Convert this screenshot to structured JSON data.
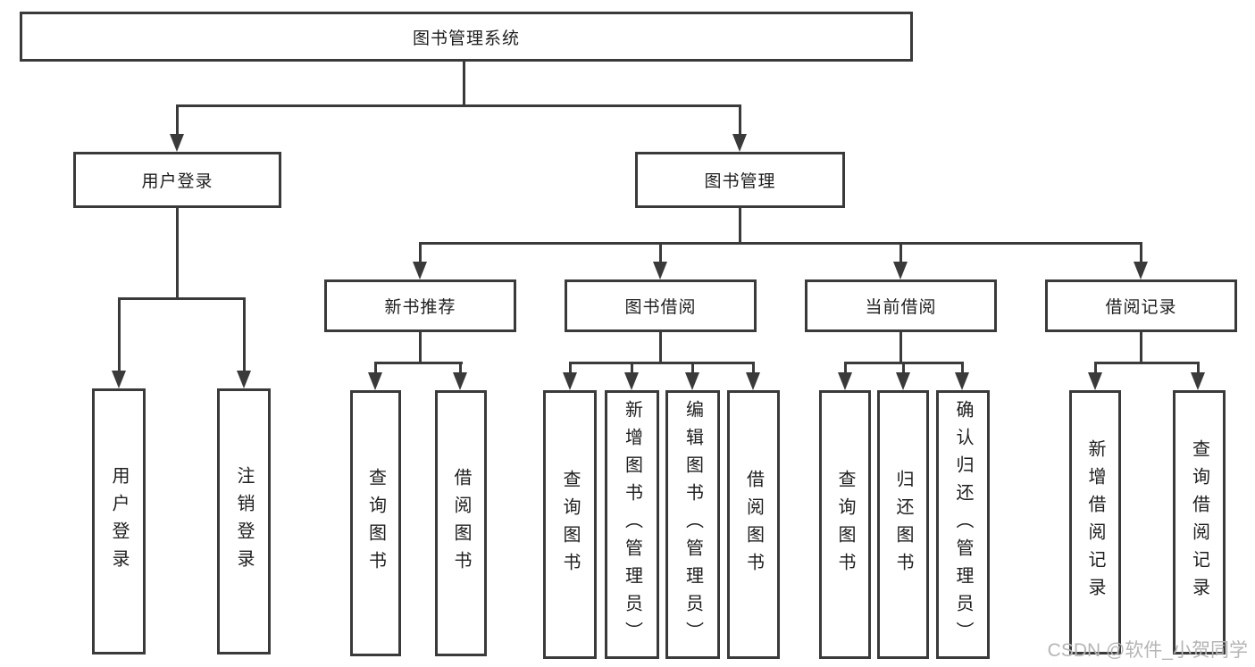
{
  "colors": {
    "line": "#3a3a3a",
    "text": "#1e1e1e",
    "watermark": "#b5b5b5",
    "bg": "#ffffff"
  },
  "diagram": {
    "root": {
      "label": "图书管理系统"
    },
    "branches": [
      {
        "label": "用户登录",
        "children": [
          {
            "label": "用户登录"
          },
          {
            "label": "注销登录"
          }
        ]
      },
      {
        "label": "图书管理",
        "children": [
          {
            "label": "新书推荐",
            "children": [
              {
                "label": "查询图书"
              },
              {
                "label": "借阅图书"
              }
            ]
          },
          {
            "label": "图书借阅",
            "children": [
              {
                "label": "查询图书"
              },
              {
                "label": "新增图书（管理员）"
              },
              {
                "label": "编辑图书（管理员）"
              },
              {
                "label": "借阅图书"
              }
            ]
          },
          {
            "label": "当前借阅",
            "children": [
              {
                "label": "查询图书"
              },
              {
                "label": "归还图书"
              },
              {
                "label": "确认归还（管理员）"
              }
            ]
          },
          {
            "label": "借阅记录",
            "children": [
              {
                "label": "新增借阅记录"
              },
              {
                "label": "查询借阅记录"
              }
            ]
          }
        ]
      }
    ]
  },
  "watermark": {
    "text": "CSDN @软件_小贺同学"
  }
}
